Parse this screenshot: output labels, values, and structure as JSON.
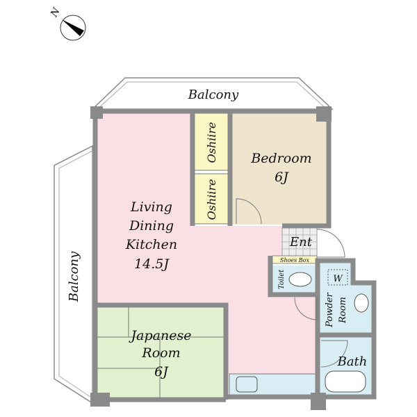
{
  "compass": {
    "label": "N",
    "icon": "north-arrow-icon"
  },
  "rooms": {
    "balcony_top": "Balcony",
    "balcony_left": "Balcony",
    "oshiire_1": "Oshiire",
    "oshiire_2": "Oshiire",
    "bedroom": {
      "name": "Bedroom",
      "size": "6J"
    },
    "ldk": {
      "line1": "Living",
      "line2": "Dining",
      "line3": "Kitchen",
      "size": "14.5J"
    },
    "entrance": "Ent",
    "shoes_box": "Shoes Box",
    "toilet": "Toilet",
    "washer": "W",
    "powder_room": {
      "line1": "Powder",
      "line2": "Room"
    },
    "bath": "Bath",
    "japanese_room": {
      "line1": "Japanese",
      "line2": "Room",
      "size": "6J"
    }
  },
  "colors": {
    "ldk": "#fae0e4",
    "bedroom": "#efe5cf",
    "oshiire": "#fbf8c6",
    "japanese_room": "#e4f1d0",
    "wet_area": "#d8eef4",
    "wall": "#8a8a8a"
  }
}
